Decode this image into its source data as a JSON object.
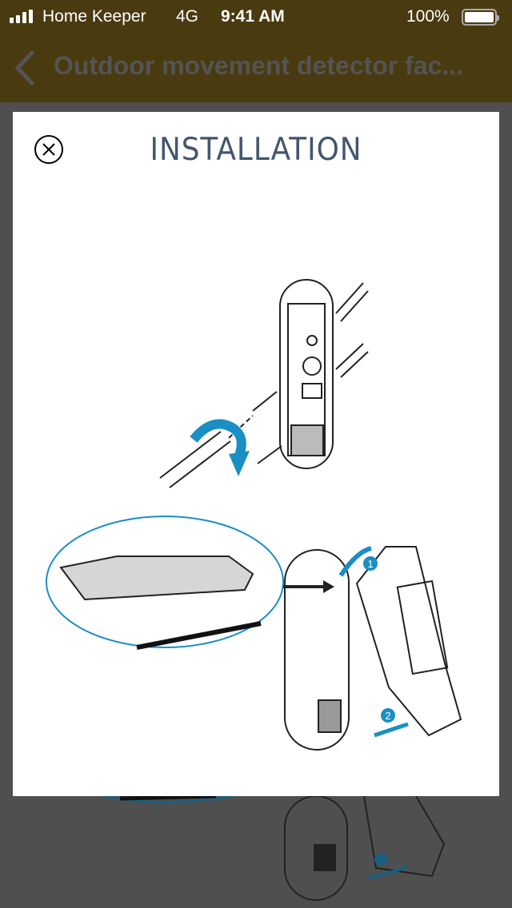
{
  "status_bar": {
    "carrier": "Home Keeper",
    "network": "4G",
    "time": "9:41 AM",
    "battery": "100%",
    "battery_level": 100,
    "signal_bars": 4
  },
  "nav": {
    "title": "Outdoor movement detector fac...",
    "back_icon": "chevron-left-icon"
  },
  "modal": {
    "title": "INSTALLATION",
    "close_icon": "close-circle-icon",
    "step_labels": [
      "1",
      "2"
    ],
    "accent": "#1a8fc4"
  }
}
